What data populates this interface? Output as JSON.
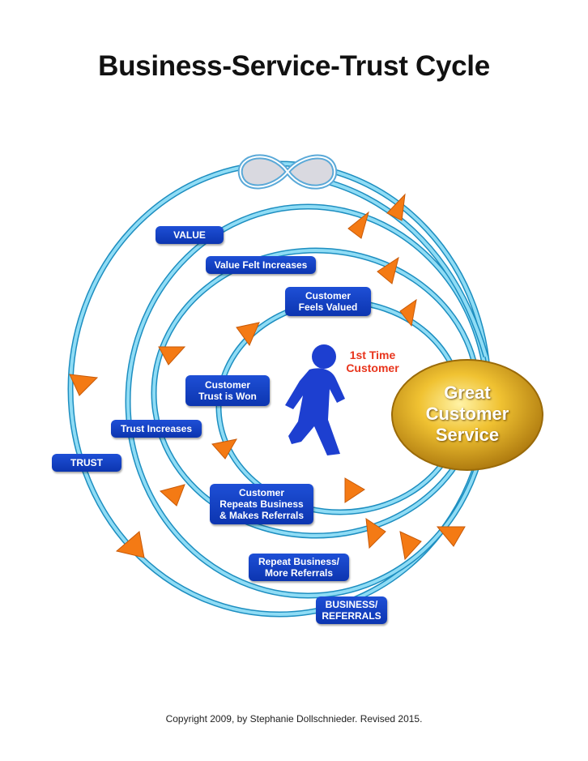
{
  "title": "Business-Service-Trust Cycle",
  "labels": {
    "value": "VALUE",
    "value_felt_increases": "Value Felt Increases",
    "customer_feels_valued": "Customer\nFeels Valued",
    "customer_trust_is_won": "Customer\nTrust is Won",
    "trust_increases": "Trust Increases",
    "trust": "TRUST",
    "customer_repeats": "Customer\nRepeats Business\n& Makes Referrals",
    "repeat_business": "Repeat Business/\nMore Referrals",
    "business_referrals": "BUSINESS/\nREFERRALS"
  },
  "first_time_customer": "1st Time\nCustomer",
  "great_customer_service": "Great\nCustomer\nService",
  "footer": "Copyright 2009, by Stephanie Dollschnieder.  Revised 2015.",
  "icons": [
    "infinity-icon",
    "walking-person-icon",
    "arrowhead-icon"
  ],
  "colors": {
    "spiral": "#4cc0e6",
    "label_bg": "#1443c8",
    "arrow": "#f47a14",
    "person": "#1d3fd0",
    "gold": "#e6b424",
    "red_text": "#e8341c"
  }
}
